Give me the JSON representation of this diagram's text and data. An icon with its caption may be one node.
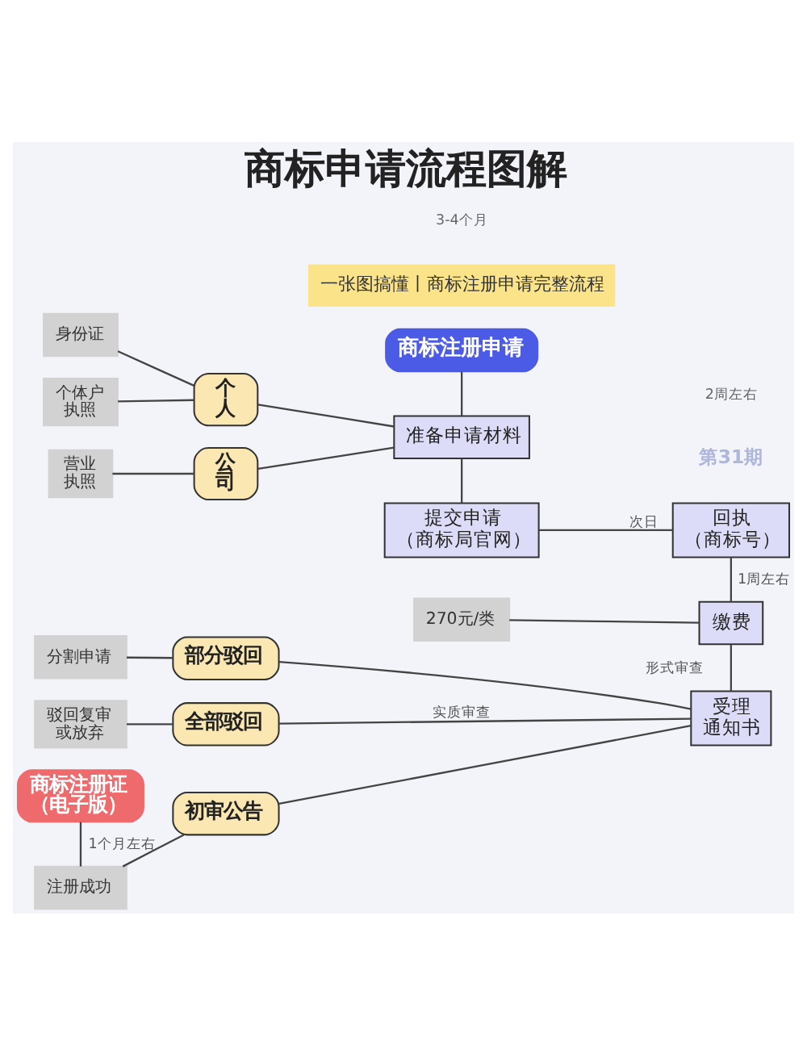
{
  "diagram": {
    "title": "商标申请流程图解",
    "nodes": [
      {
        "text": [
          "商标注册申请"
        ]
      },
      {
        "text": [
          "身份证"
        ]
      },
      {
        "text": [
          "个体户执照"
        ]
      },
      {
        "text": [
          "个人"
        ]
      },
      {
        "text": [
          "营业执照"
        ]
      },
      {
        "text": [
          "公司"
        ]
      },
      {
        "text": [
          "准备申请材料"
        ]
      },
      {
        "text": [
          "提交申请",
          "（商标局官网）"
        ]
      },
      {
        "text": [
          "回执",
          "（商标号）"
        ]
      },
      {
        "text": [
          "缴费"
        ]
      },
      {
        "text": [
          "270元/类"
        ]
      },
      {
        "text": [
          "受理通知书"
        ]
      },
      {
        "text": [
          "部分驳回"
        ]
      },
      {
        "text": [
          "分割申请"
        ]
      },
      {
        "text": [
          "全部驳回"
        ]
      },
      {
        "text": [
          "驳回复审或放弃"
        ]
      },
      {
        "text": [
          "初审公告"
        ]
      },
      {
        "text": [
          "注册成功"
        ]
      },
      {
        "text": [
          "商标注册证",
          "（电子版）"
        ]
      }
    ],
    "edges": [
      {
        "from": 0,
        "to": 6,
        "arrow": "none"
      },
      {
        "from": 1,
        "to": 3,
        "arrow": "none"
      },
      {
        "from": 2,
        "to": 3,
        "arrow": "none"
      },
      {
        "from": 4,
        "to": 5,
        "arrow": "none"
      },
      {
        "from": 3,
        "to": 6,
        "arrow": "none"
      },
      {
        "from": 5,
        "to": 6,
        "arrow": "none"
      },
      {
        "from": 6,
        "to": 7,
        "arrow": "none"
      },
      {
        "from": 7,
        "to": 8,
        "arrow": "none",
        "label": "次日"
      },
      {
        "from": 8,
        "to": 9,
        "arrow": "none",
        "label": "1周左右"
      },
      {
        "from": 10,
        "to": 9,
        "arrow": "none"
      },
      {
        "from": 9,
        "to": 11,
        "arrow": "none",
        "label": "形式审查"
      },
      {
        "from": 12,
        "to": 11,
        "arrow": "none"
      },
      {
        "from": 14,
        "to": 11,
        "arrow": "none",
        "label": "实质审查"
      },
      {
        "from": 16,
        "to": 11,
        "arrow": "none"
      },
      {
        "from": 13,
        "to": 12,
        "arrow": "none"
      },
      {
        "from": 15,
        "to": 14,
        "arrow": "none"
      },
      {
        "from": 17,
        "to": 16,
        "arrow": "none"
      },
      {
        "from": 18,
        "to": 17,
        "arrow": "none",
        "label": "1个月左右"
      }
    ],
    "labels": [
      "一张图搞懂丨商标注册申请完整流程",
      "第31期",
      "2周左右",
      "3-4个月"
    ]
  }
}
